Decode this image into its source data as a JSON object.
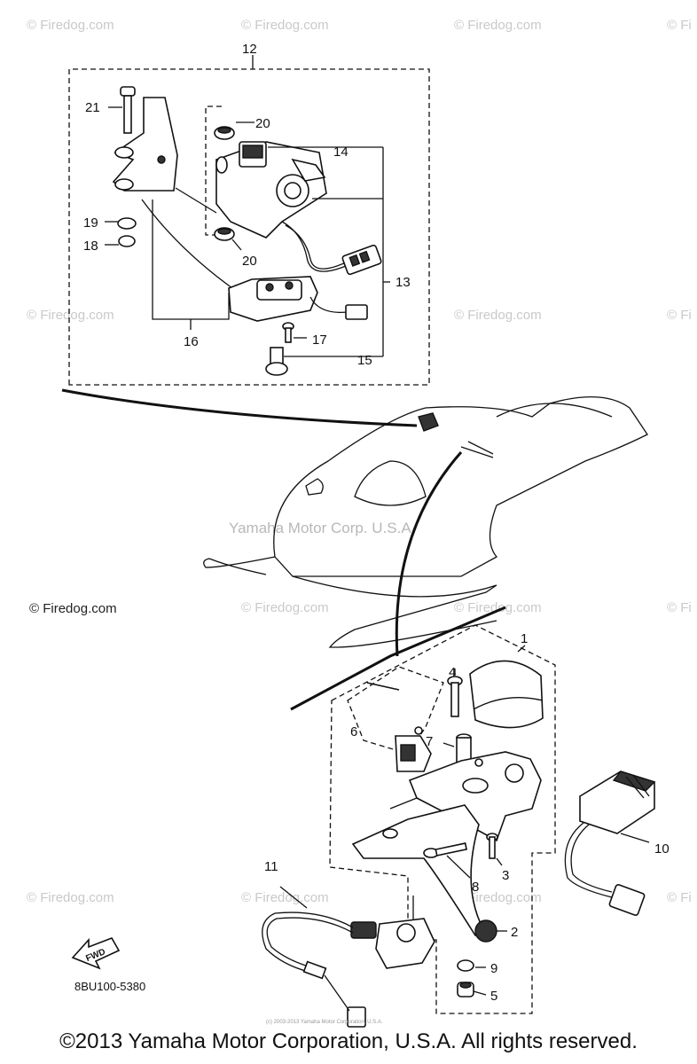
{
  "watermarks": {
    "firedog": "© Firedog.com",
    "firedog_cut": "© Fi",
    "yamaha": "Yamaha Motor Corp. U.S.A."
  },
  "copyright_firedog": "© Firedog.com",
  "callouts": {
    "c1": "1",
    "c2": "2",
    "c3": "3",
    "c4": "4",
    "c5": "5",
    "c6": "6",
    "c7": "7",
    "c8": "8",
    "c9": "9",
    "c10": "10",
    "c11": "11",
    "c12": "12",
    "c13": "13",
    "c14": "14",
    "c15": "15",
    "c16": "16",
    "c17": "17",
    "c18": "18",
    "c19": "19",
    "c20a": "20",
    "c20b": "20",
    "c21": "21"
  },
  "fwd_label": "FWD",
  "part_code": "8BU100-5380",
  "footer": "©2013 Yamaha Motor Corporation, U.S.A. All rights reserved.",
  "footer_small": "(c) 2003-2013 Yamaha Motor Corporation, U.S.A."
}
